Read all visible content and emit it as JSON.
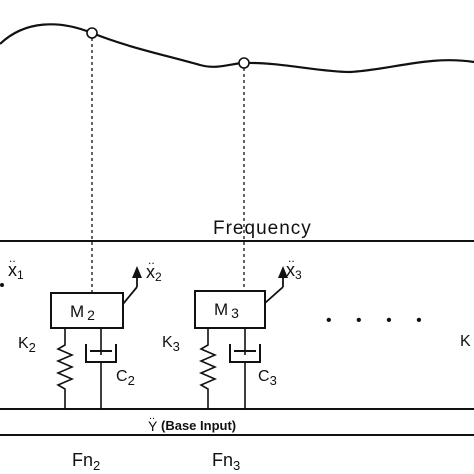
{
  "axis": {
    "x_label": "Frequency"
  },
  "masses": [
    {
      "mass_main": "M",
      "mass_sub": "2",
      "spring_main": "K",
      "spring_sub": "2",
      "damper_main": "C",
      "damper_sub": "2",
      "disp_main": "x",
      "disp_sub": "2"
    },
    {
      "mass_main": "M",
      "mass_sub": "3",
      "spring_main": "K",
      "spring_sub": "3",
      "damper_main": "C",
      "damper_sub": "3",
      "disp_main": "x",
      "disp_sub": "3"
    }
  ],
  "left_disp": {
    "main": "x",
    "sub": "1"
  },
  "right_spring": {
    "main": "K"
  },
  "ellipsis": "• • • •",
  "base": {
    "label": "(Base Input)",
    "symbol": "Y"
  },
  "natural_frequencies": [
    {
      "main": "Fn",
      "sub": "2"
    },
    {
      "main": "Fn",
      "sub": "3"
    }
  ]
}
